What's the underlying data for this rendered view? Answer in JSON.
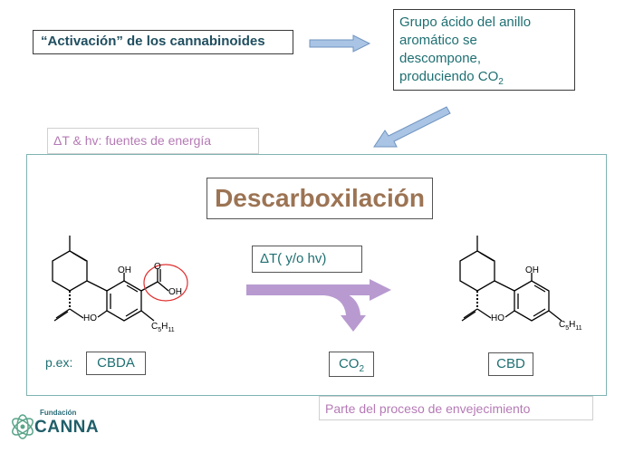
{
  "activation_label": "“Activación” de los cannabinoides",
  "acid_group_note": {
    "lines": [
      "Grupo ácido del anillo",
      "aromático se",
      "descompone,"
    ],
    "last_line_prefix": "produciendo CO",
    "last_line_sub": "2"
  },
  "energy_sources": "ΔT & hv: fuentes de energía",
  "title": "Descarboxilación",
  "conditions": "ΔT( y/o hv)",
  "example_prefix": "p.ex:",
  "reactant_label": "CBDA",
  "byproduct": {
    "prefix": "CO",
    "sub": "2"
  },
  "product_label": "CBD",
  "aging_note": "Parte del proceso de envejecimiento",
  "molecule_labels": {
    "oh": "OH",
    "ho": "HO",
    "o": "O",
    "c5h11": "C5H11"
  },
  "logo": {
    "small": "Fundación",
    "big": "CANNA"
  },
  "colors": {
    "teal_text": "#1f6f72",
    "title_brown": "#9c7454",
    "pink_text": "#b57ab5",
    "big_arrow": "#b89ad0",
    "small_arrow": "#93b3d8",
    "highlight_circle": "#e03030"
  }
}
